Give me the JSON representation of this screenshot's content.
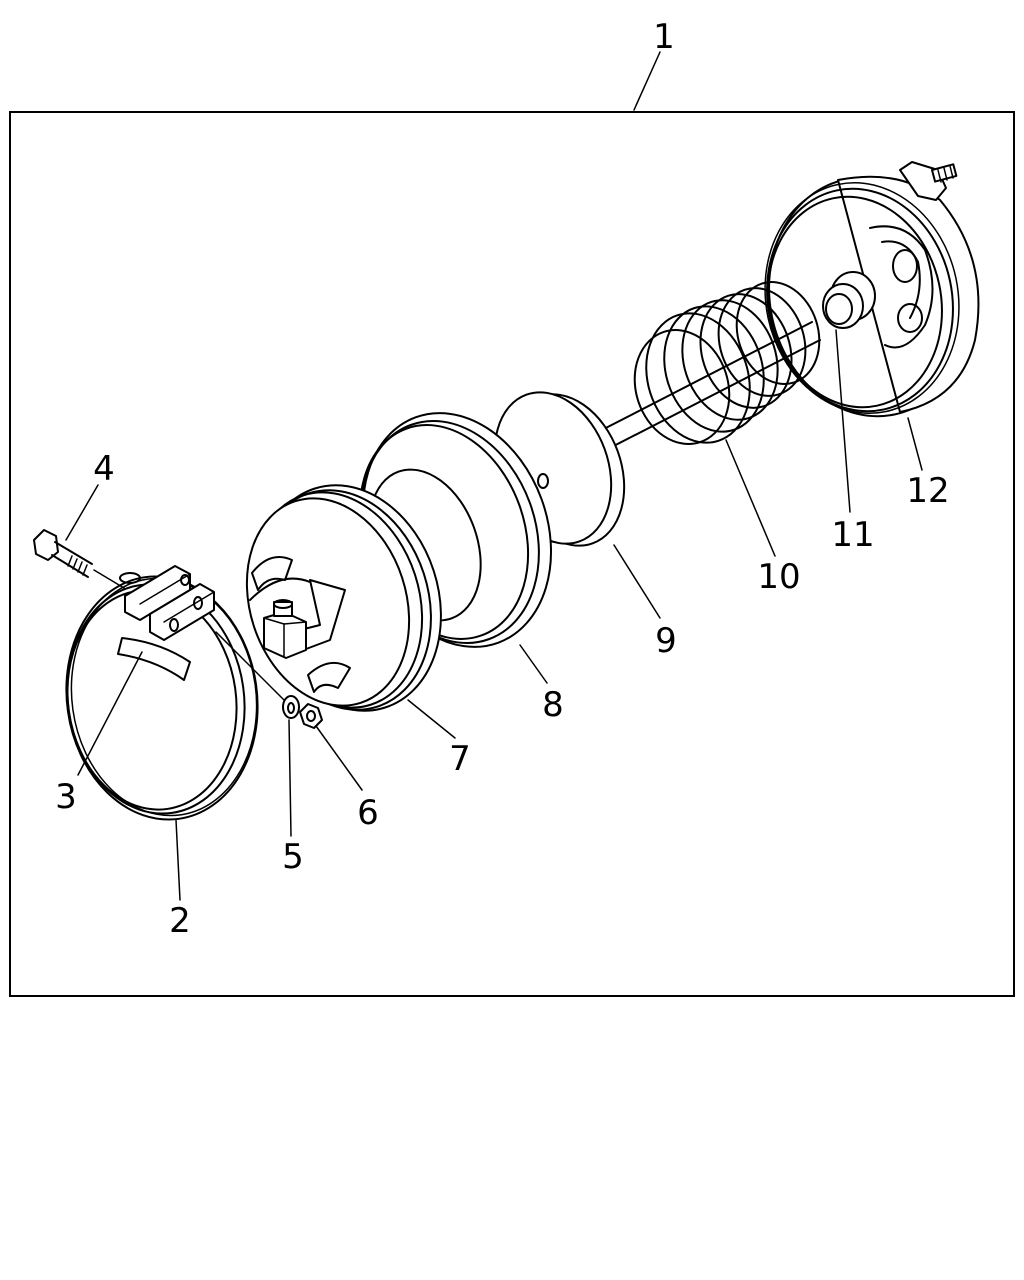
{
  "diagram": {
    "callouts": [
      {
        "id": "1",
        "text": "1"
      },
      {
        "id": "2",
        "text": "2"
      },
      {
        "id": "3",
        "text": "3"
      },
      {
        "id": "4",
        "text": "4"
      },
      {
        "id": "5",
        "text": "5"
      },
      {
        "id": "6",
        "text": "6"
      },
      {
        "id": "7",
        "text": "7"
      },
      {
        "id": "8",
        "text": "8"
      },
      {
        "id": "9",
        "text": "9"
      },
      {
        "id": "10",
        "text": "10"
      },
      {
        "id": "11",
        "text": "11"
      },
      {
        "id": "12",
        "text": "12"
      }
    ],
    "parts": [
      {
        "callout": "2",
        "icon": "clamp-ring-icon"
      },
      {
        "callout": "3",
        "icon": "insert-strip-icon"
      },
      {
        "callout": "4",
        "icon": "bolt-icon"
      },
      {
        "callout": "5",
        "icon": "washer-icon"
      },
      {
        "callout": "6",
        "icon": "nut-icon"
      },
      {
        "callout": "7",
        "icon": "front-housing-icon"
      },
      {
        "callout": "8",
        "icon": "diaphragm-ring-icon"
      },
      {
        "callout": "9",
        "icon": "piston-plate-icon"
      },
      {
        "callout": "10",
        "icon": "coil-spring-icon"
      },
      {
        "callout": "11",
        "icon": "bushing-icon"
      },
      {
        "callout": "12",
        "icon": "rear-housing-icon"
      }
    ],
    "colors": {
      "line": "#000000",
      "background": "#ffffff"
    }
  }
}
